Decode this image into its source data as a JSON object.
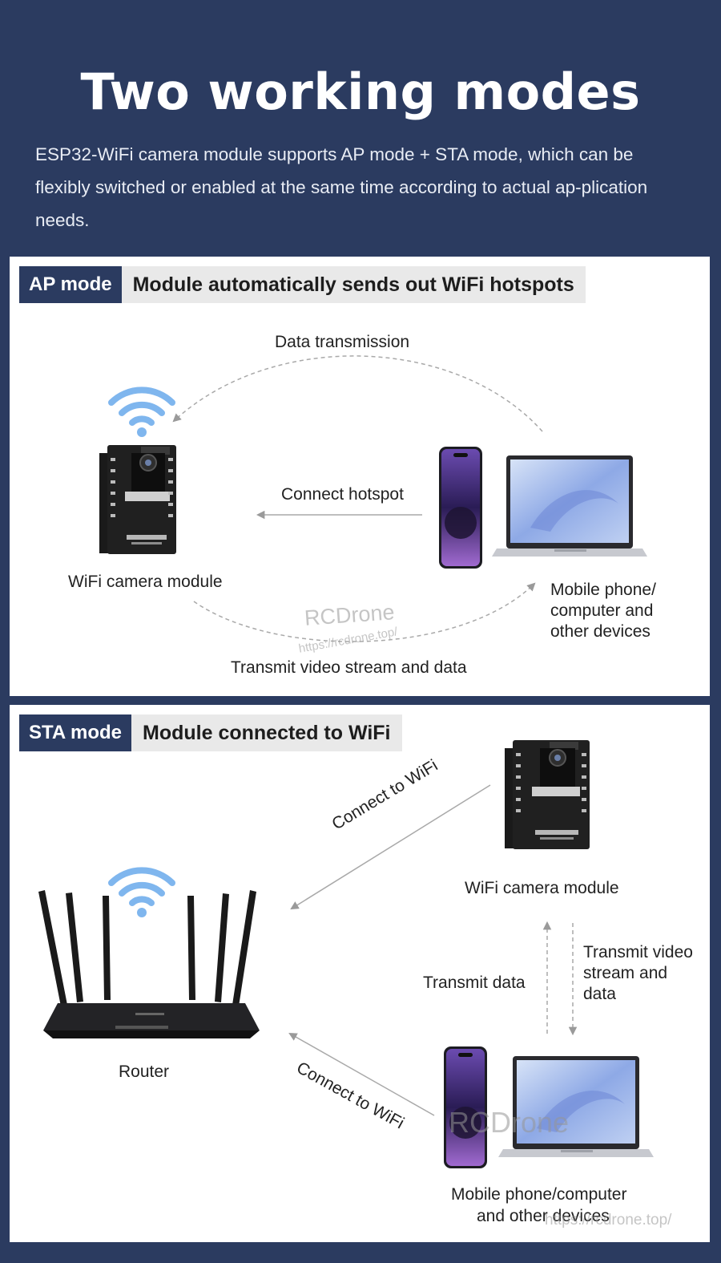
{
  "header": {
    "title": "Two working modes",
    "description": "ESP32-WiFi camera module supports AP mode + STA mode, which can be flexibly switched or enabled at the same time according to actual ap-plication needs."
  },
  "ap_mode": {
    "tag": "AP mode",
    "title": "Module automatically sends out WiFi hotspots",
    "label_top": "Data transmission",
    "label_middle": "Connect hotspot",
    "label_bottom": "Transmit video stream and data",
    "module_label": "WiFi camera module",
    "devices_label_1": "Mobile phone/",
    "devices_label_2": "computer and",
    "devices_label_3": "other devices",
    "watermark_brand": "RCDrone",
    "watermark_url": "https://rcdrone.top/"
  },
  "sta_mode": {
    "tag": "STA mode",
    "title": "Module connected to WiFi",
    "connect_wifi_upper": "Connect to WiFi",
    "connect_wifi_lower": "Connect to WiFi",
    "module_label": "WiFi camera module",
    "router_label": "Router",
    "transmit_data": "Transmit data",
    "transmit_video_1": "Transmit video",
    "transmit_video_2": "stream and",
    "transmit_video_3": "data",
    "devices_label_1": "Mobile phone/computer",
    "devices_label_2": "and other devices",
    "watermark_brand": "RCDrone",
    "watermark_url": "https://rcdrone.top/"
  },
  "colors": {
    "background": "#2b3b60",
    "wifi_icon": "#7fb6ee",
    "arrow": "#9a9a9a"
  }
}
